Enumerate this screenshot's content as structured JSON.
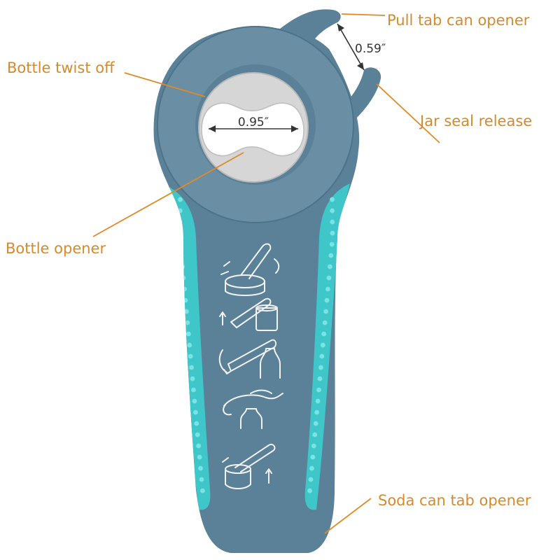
{
  "colors": {
    "background": "#ffffff",
    "body": "#5a8198",
    "body_dark": "#4c7389",
    "ring": "#6a8fa4",
    "grip": "#3fc6c9",
    "grip_dot": "#7ae3e3",
    "metal": "#d6d6d6",
    "metal_edge": "#b9b9b9",
    "callout_text": "#d78a2c",
    "callout_line": "#e08a26",
    "dimension": "#333333",
    "pictogram": "#f2f2f2"
  },
  "callouts": {
    "pull_tab": "Pull tab can opener",
    "bottle_twist": "Bottle twist off",
    "jar_seal": "Jar seal release",
    "bottle_opener": "Bottle opener",
    "soda_tab": "Soda can tab opener"
  },
  "dimensions": {
    "mouth_width": "0.95″",
    "jaw_gap": "0.59″"
  },
  "icons": [
    "open-can-lid-icon",
    "pull-can-tab-icon",
    "twist-bottle-cap-icon",
    "pry-bottle-cap-icon",
    "lift-soda-tab-icon"
  ]
}
